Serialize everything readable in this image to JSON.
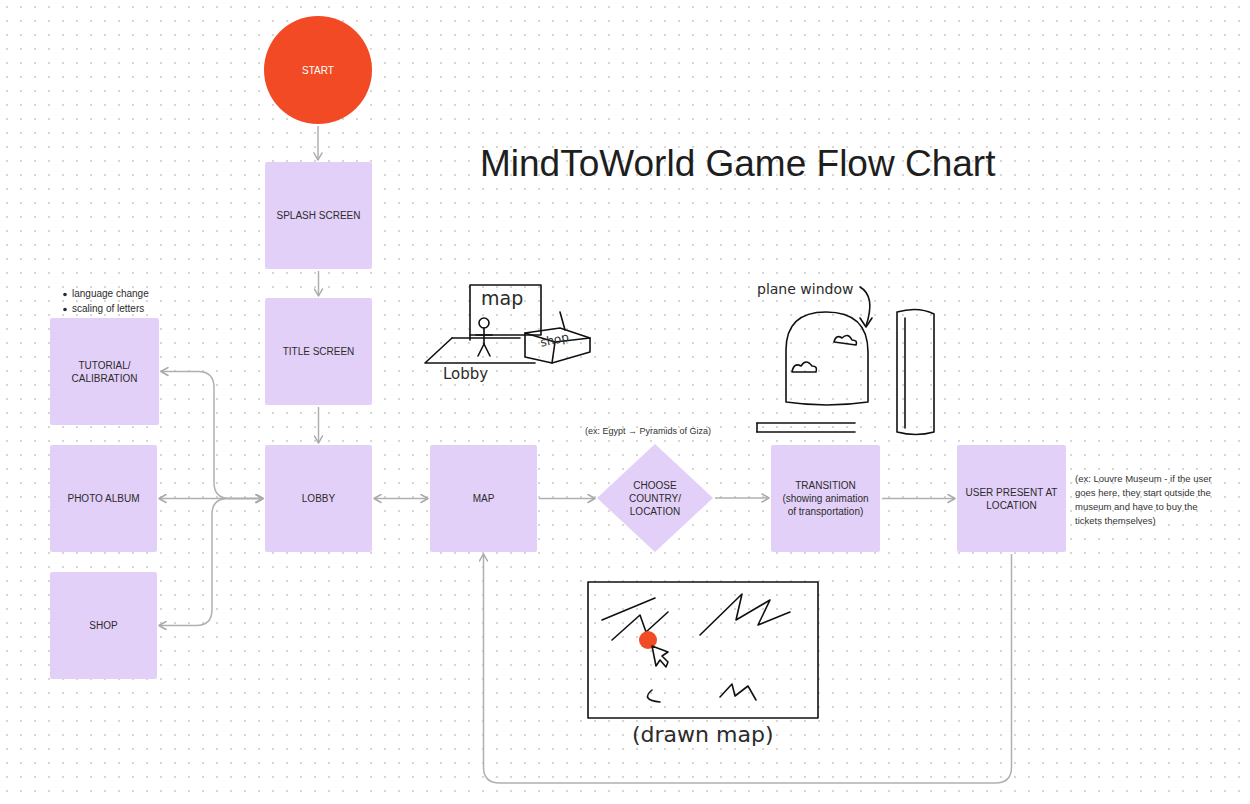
{
  "diagram": {
    "title": "MindToWorld Game Flow Chart",
    "nodes": [
      {
        "text": [
          "START"
        ]
      },
      {
        "text": [
          "SPLASH SCREEN"
        ]
      },
      {
        "text": [
          "TITLE SCREEN"
        ]
      },
      {
        "text": [
          "TUTORIAL/ CALIBRATION"
        ]
      },
      {
        "text": [
          "PHOTO ALBUM"
        ]
      },
      {
        "text": [
          "SHOP"
        ]
      },
      {
        "text": [
          "LOBBY"
        ]
      },
      {
        "text": [
          "MAP"
        ]
      },
      {
        "text": [
          "CHOOSE COUNTRY/ LOCATION"
        ]
      },
      {
        "text": [
          "TRANSITION",
          "(showing animation of transportation)"
        ]
      },
      {
        "text": [
          "USER PRESENT AT LOCATION"
        ]
      }
    ],
    "edges": [
      {
        "from": 0,
        "to": 1,
        "arrow": "to"
      },
      {
        "from": 1,
        "to": 2,
        "arrow": "to"
      },
      {
        "from": 2,
        "to": 6,
        "arrow": "to"
      },
      {
        "from": 6,
        "to": 3,
        "arrow": "both"
      },
      {
        "from": 6,
        "to": 4,
        "arrow": "both"
      },
      {
        "from": 6,
        "to": 5,
        "arrow": "both"
      },
      {
        "from": 6,
        "to": 7,
        "arrow": "both"
      },
      {
        "from": 7,
        "to": 8,
        "arrow": "to"
      },
      {
        "from": 8,
        "to": 9,
        "arrow": "to"
      },
      {
        "from": 9,
        "to": 10,
        "arrow": "to"
      },
      {
        "from": 10,
        "to": 7,
        "arrow": "to"
      }
    ],
    "labels": [
      "language change",
      "scaling of letters",
      "map",
      "shop",
      "Lobby",
      "plane window",
      "(ex: Egypt → Pyramids of Giza)",
      "(ex: Louvre Museum - if the user goes here, they start outside the museum and have to buy the tickets themselves)",
      "(drawn map)"
    ]
  }
}
